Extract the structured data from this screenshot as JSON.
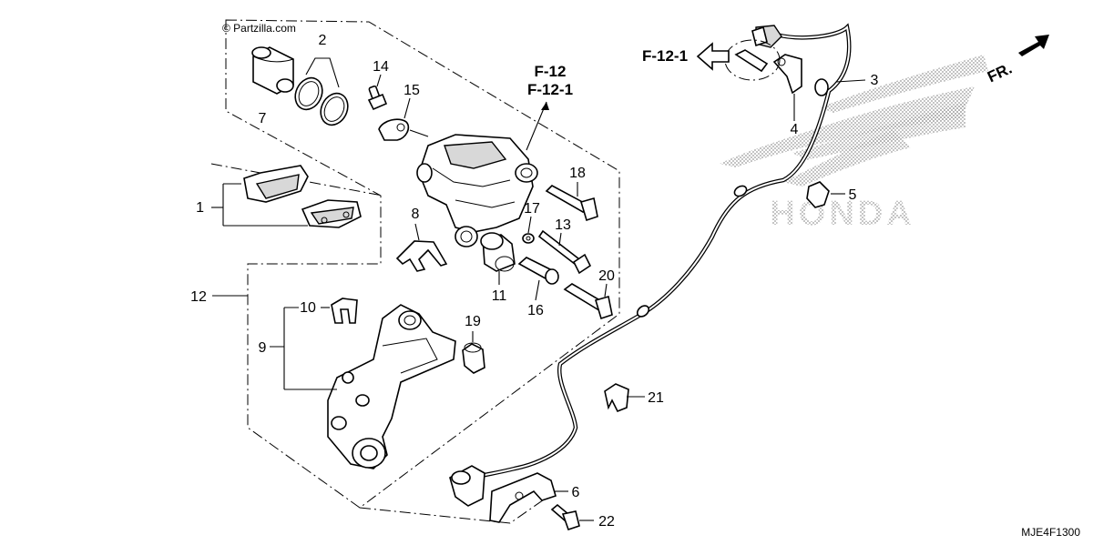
{
  "watermark": "© Partzilla.com",
  "diagram_code": "MJE4F1300",
  "ref_caliper_1": "F-12",
  "ref_caliper_2": "F-12-1",
  "ref_arrow": "F-12-1",
  "front_indicator": "FR.",
  "brand_watermark_text": "HONDA",
  "part_numbers": {
    "p1": "1",
    "p2": "2",
    "p3": "3",
    "p4": "4",
    "p5": "5",
    "p6": "6",
    "p7": "7",
    "p8": "8",
    "p9": "9",
    "p10": "10",
    "p11": "11",
    "p12": "12",
    "p13": "13",
    "p14": "14",
    "p15": "15",
    "p16": "16",
    "p17": "17",
    "p18": "18",
    "p19": "19",
    "p20": "20",
    "p21": "21",
    "p22": "22"
  }
}
